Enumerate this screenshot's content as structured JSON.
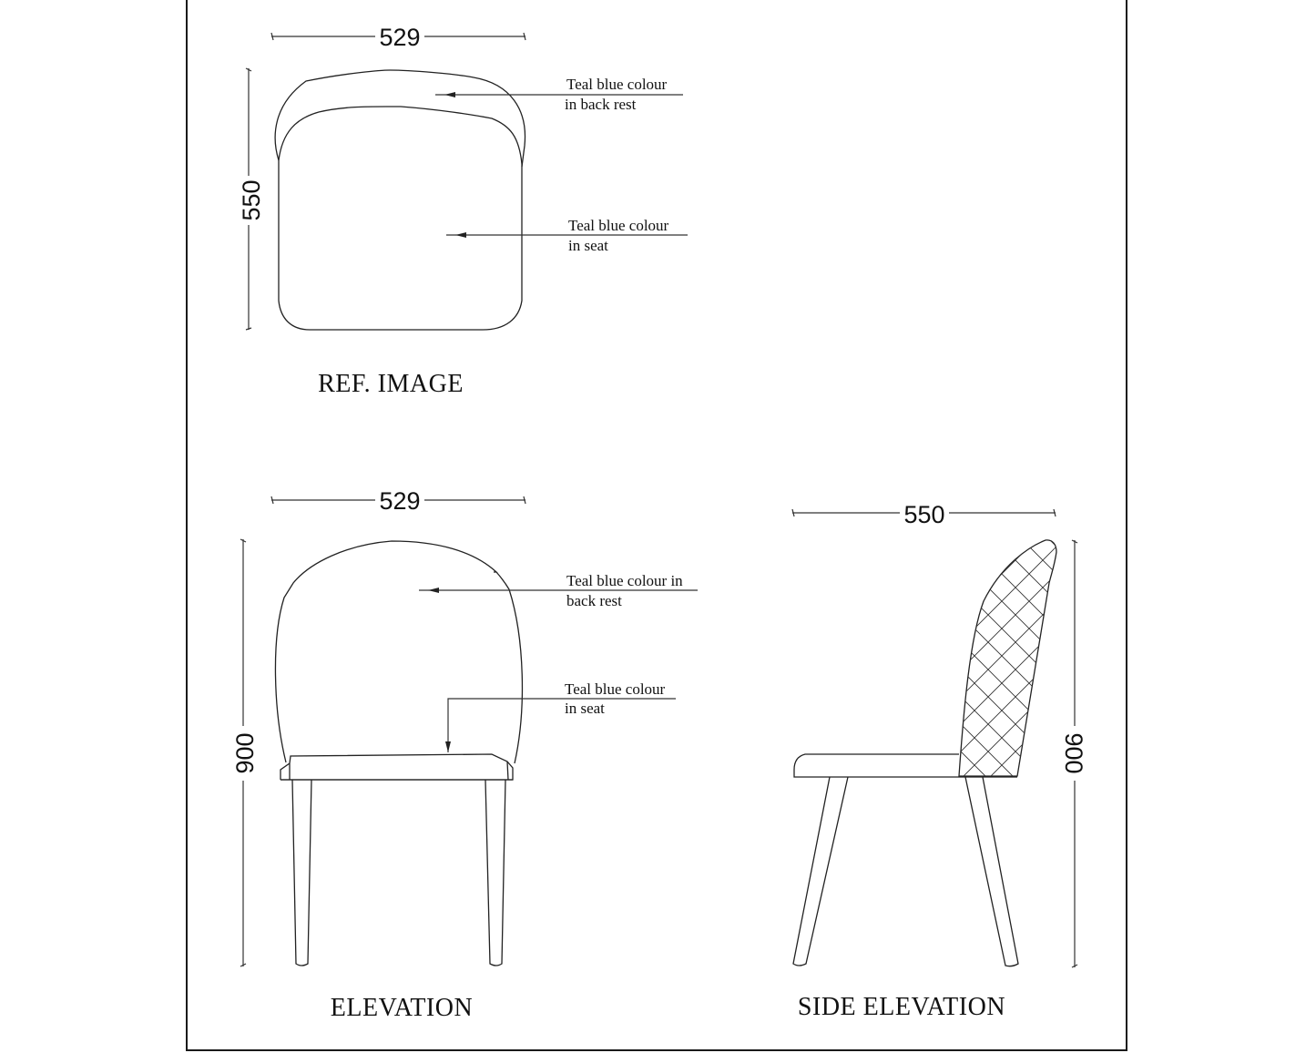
{
  "drawing": {
    "views": {
      "top_view": {
        "title": "REF. IMAGE",
        "width_dim": "529",
        "depth_dim": "550",
        "notes": [
          {
            "line1": "Teal blue colour",
            "line2": "in back rest"
          },
          {
            "line1": "Teal blue colour",
            "line2": "in seat"
          }
        ]
      },
      "front_elevation": {
        "title": "ELEVATION",
        "width_dim": "529",
        "height_dim": "900",
        "notes": [
          {
            "line1": "Teal blue colour in",
            "line2": "back rest"
          },
          {
            "line1": "Teal blue colour",
            "line2": "in seat"
          }
        ]
      },
      "side_elevation": {
        "title": "SIDE ELEVATION",
        "depth_dim": "550",
        "height_dim": "900"
      }
    },
    "colors": {
      "line": "#222222",
      "background": "#ffffff"
    }
  }
}
